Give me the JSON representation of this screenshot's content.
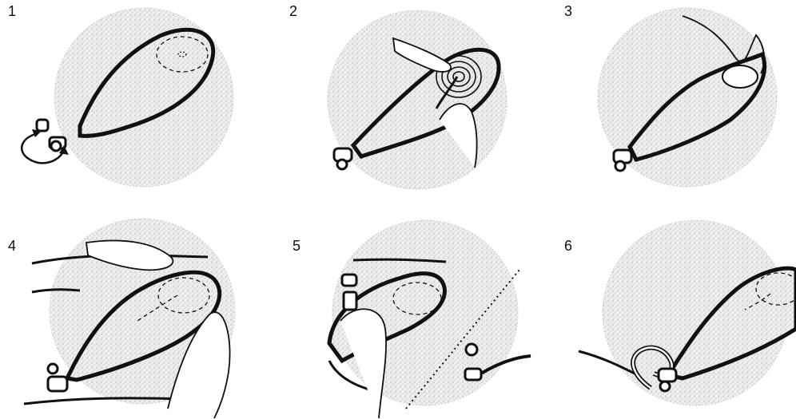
{
  "steps": [
    {
      "label": "1"
    },
    {
      "label": "2"
    },
    {
      "label": "3"
    },
    {
      "label": "4"
    },
    {
      "label": "5"
    },
    {
      "label": "6"
    }
  ],
  "colors": {
    "ink": "#111111",
    "stipple": "#d9d9d9",
    "background": "#ffffff"
  }
}
